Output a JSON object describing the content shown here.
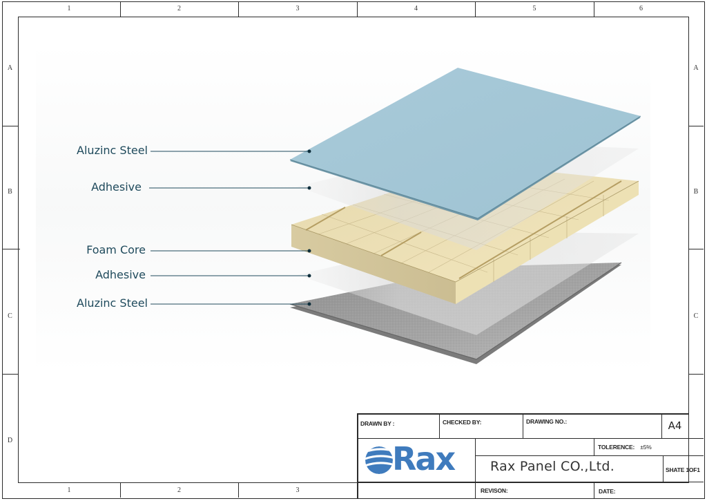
{
  "frame": {
    "top_zones": [
      "1",
      "2",
      "3",
      "4",
      "5",
      "6"
    ],
    "bottom_zones": [
      "1",
      "2",
      "3"
    ],
    "left_zones": [
      "A",
      "B",
      "C",
      "D"
    ],
    "right_zones": [
      "A",
      "B",
      "C"
    ]
  },
  "diagram": {
    "title": "Sandwich panel layer stack",
    "layers": [
      {
        "label": "Aluzinc Steel",
        "color": "#a3c6d6"
      },
      {
        "label": "Adhesive",
        "color": "#e6e6e6"
      },
      {
        "label": "Foam Core",
        "color": "#ece0b8"
      },
      {
        "label": "Adhesive",
        "color": "#e6e6e6"
      },
      {
        "label": "Aluzinc Steel",
        "color": "#9d9d9d"
      }
    ],
    "leader_color": "#1f4a5c"
  },
  "title_block": {
    "drawn_by_label": "DRAWN BY :",
    "checked_by_label": "CHECKED BY:",
    "drawing_no_label": "DRAWING NO.:",
    "paper_size": "A4",
    "tolerance_label": "TOLERENCE:",
    "tolerance_value": "±5%",
    "company_name": "Rax Panel CO.,Ltd.",
    "sheet": "SHATE 1OF1",
    "revision_label": "REVISON:",
    "date_label": "DATE:",
    "logo_text": "Rax",
    "brand_color": "#3f7bbd"
  }
}
